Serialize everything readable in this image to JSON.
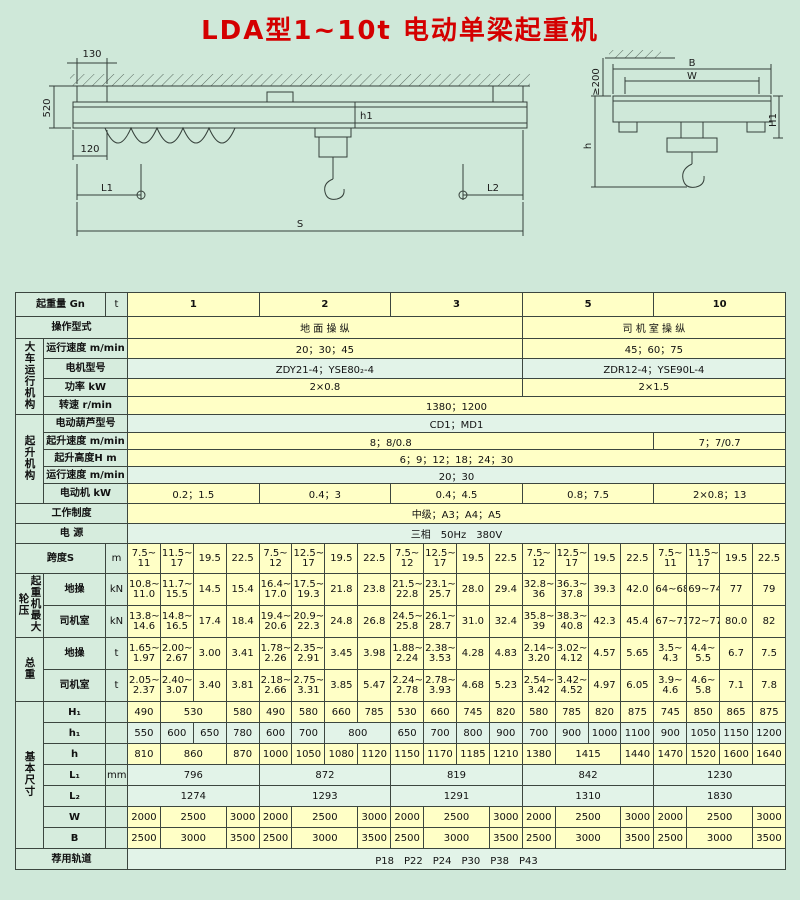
{
  "title": "LDA型1~10t 电动单梁起重机",
  "drawing": {
    "dims": {
      "d130": "130",
      "d520": "520",
      "d120": "120",
      "L1": "L1",
      "L2": "L2",
      "S": "S",
      "h1": "h1",
      "gte200": "≥200",
      "B": "B",
      "W": "W",
      "H1": "H1",
      "h": "h"
    }
  },
  "table": {
    "capacity": {
      "label": "起重量 Gn",
      "unit": "t",
      "values": [
        "1",
        "2",
        "3",
        "5",
        "10"
      ]
    },
    "operation": {
      "label": "操作型式",
      "ground": "地 面 操 纵",
      "cab": "司 机 室 操 纵"
    },
    "travel": {
      "group": "大车运行机构",
      "speed": {
        "label": "运行速度 m/min",
        "ground": "20；30；45",
        "cab": "45；60；75"
      },
      "motor": {
        "label": "电机型号",
        "ground": "ZDY21-4；YSE80₂-4",
        "cab": "ZDR12-4；YSE90L-4"
      },
      "power": {
        "label": "功率 kW",
        "ground": "2×0.8",
        "cab": "2×1.5"
      },
      "rpm": {
        "label": "转速 r/min",
        "all": "1380；1200"
      }
    },
    "hoist": {
      "group": "起升机构",
      "model": {
        "label": "电动葫芦型号",
        "all": "CD1；MD1"
      },
      "liftSpeed": {
        "label": "起升速度 m/min",
        "left": "8；8/0.8",
        "right": "7；7/0.7"
      },
      "liftHeight": {
        "label": "起升高度H m",
        "all": "6；9；12；18；24；30"
      },
      "travelSpeed": {
        "label": "运行速度 m/min",
        "all": "20；30"
      },
      "motor": {
        "label": "电动机 kW",
        "values": [
          "0.2；1.5",
          "0.4；3",
          "0.4；4.5",
          "0.8；7.5",
          "2×0.8；13"
        ]
      }
    },
    "duty": {
      "label": "工作制度",
      "value": "中级；A3；A4；A5"
    },
    "supply": {
      "label": "电 源",
      "value": "三相　50Hz　380V"
    },
    "span": {
      "label": "跨度S",
      "unit": "m",
      "cells": [
        [
          "7.5~\n11",
          "11.5~\n17",
          "19.5",
          "22.5"
        ],
        [
          "7.5~\n12",
          "12.5~\n17",
          "19.5",
          "22.5"
        ],
        [
          "7.5~\n12",
          "12.5~\n17",
          "19.5",
          "22.5"
        ],
        [
          "7.5~\n12",
          "12.5~\n17",
          "19.5",
          "22.5"
        ],
        [
          "7.5~\n11",
          "11.5~\n17",
          "19.5",
          "22.5"
        ]
      ]
    },
    "wheel": {
      "group": "起重机最大轮压",
      "ground": {
        "label": "地操",
        "unit": "kN",
        "cells": [
          [
            "10.8~\n11.0",
            "11.7~\n15.5",
            "14.5",
            "15.4"
          ],
          [
            "16.4~\n17.0",
            "17.5~\n19.3",
            "21.8",
            "23.8"
          ],
          [
            "21.5~\n22.8",
            "23.1~\n25.7",
            "28.0",
            "29.4"
          ],
          [
            "32.8~\n36",
            "36.3~\n37.8",
            "39.3",
            "42.0"
          ],
          [
            "64~68",
            "69~74",
            "77",
            "79"
          ]
        ]
      },
      "cab": {
        "label": "司机室",
        "unit": "kN",
        "cells": [
          [
            "13.8~\n14.6",
            "14.8~\n16.5",
            "17.4",
            "18.4"
          ],
          [
            "19.4~\n20.6",
            "20.9~\n22.3",
            "24.8",
            "26.8"
          ],
          [
            "24.5~\n25.8",
            "26.1~\n28.7",
            "31.0",
            "32.4"
          ],
          [
            "35.8~\n39",
            "38.3~\n40.8",
            "42.3",
            "45.4"
          ],
          [
            "67~71",
            "72~77",
            "80.0",
            "82"
          ]
        ]
      }
    },
    "weight": {
      "group": "总重",
      "ground": {
        "label": "地操",
        "unit": "t",
        "cells": [
          [
            "1.65~\n1.97",
            "2.00~\n2.67",
            "3.00",
            "3.41"
          ],
          [
            "1.78~\n2.26",
            "2.35~\n2.91",
            "3.45",
            "3.98"
          ],
          [
            "1.88~\n2.24",
            "2.38~\n3.53",
            "4.28",
            "4.83"
          ],
          [
            "2.14~\n3.20",
            "3.02~\n4.12",
            "4.57",
            "5.65"
          ],
          [
            "3.5~\n4.3",
            "4.4~\n5.5",
            "6.7",
            "7.5"
          ]
        ]
      },
      "cab": {
        "label": "司机室",
        "unit": "t",
        "cells": [
          [
            "2.05~\n2.37",
            "2.40~\n3.07",
            "3.40",
            "3.81"
          ],
          [
            "2.18~\n2.66",
            "2.75~\n3.31",
            "3.85",
            "5.47"
          ],
          [
            "2.24~\n2.78",
            "2.78~\n3.93",
            "4.68",
            "5.23"
          ],
          [
            "2.54~\n3.42",
            "3.42~\n4.52",
            "4.97",
            "6.05"
          ],
          [
            "3.9~\n4.6",
            "4.6~\n5.8",
            "7.1",
            "7.8"
          ]
        ]
      }
    },
    "dims": {
      "group": "基本尺寸",
      "mm": "mm",
      "H1": {
        "label": "H₁",
        "cells": [
          [
            "490",
            [
              "530",
              2
            ],
            "580"
          ],
          [
            "490",
            "580",
            "660",
            "785"
          ],
          [
            "530",
            "660",
            "745",
            "820"
          ],
          [
            "580",
            "785",
            "820",
            "875"
          ],
          [
            "745",
            "850",
            "865",
            "875"
          ]
        ]
      },
      "h1": {
        "label": "h₁",
        "cells": [
          [
            "550",
            "600",
            "650",
            "780"
          ],
          [
            "600",
            "700",
            [
              "800",
              2
            ]
          ],
          [
            "650",
            "700",
            "800",
            "900"
          ],
          [
            "700",
            "900",
            "1000",
            "1100"
          ],
          [
            "900",
            "1050",
            "1150",
            "1200"
          ]
        ]
      },
      "h": {
        "label": "h",
        "cells": [
          [
            "810",
            [
              "860",
              2
            ],
            "870"
          ],
          [
            "1000",
            "1050",
            "1080",
            "1120"
          ],
          [
            "1150",
            "1170",
            "1185",
            "1210"
          ],
          [
            "1380",
            [
              "1415",
              2
            ],
            "1440"
          ],
          [
            "1470",
            "1520",
            "1600",
            "1640"
          ]
        ]
      },
      "L1": {
        "label": "L₁",
        "cells": [
          [
            [
              "796",
              4
            ]
          ],
          [
            [
              "872",
              4
            ]
          ],
          [
            [
              "819",
              4
            ]
          ],
          [
            [
              "842",
              4
            ]
          ],
          [
            [
              "1230",
              4
            ]
          ]
        ]
      },
      "L2": {
        "label": "L₂",
        "cells": [
          [
            [
              "1274",
              4
            ]
          ],
          [
            [
              "1293",
              4
            ]
          ],
          [
            [
              "1291",
              4
            ]
          ],
          [
            [
              "1310",
              4
            ]
          ],
          [
            [
              "1830",
              4
            ]
          ]
        ]
      },
      "W": {
        "label": "W",
        "cells": [
          [
            "2000",
            [
              "2500",
              2
            ],
            "3000"
          ],
          [
            "2000",
            [
              "2500",
              2
            ],
            "3000"
          ],
          [
            "2000",
            [
              "2500",
              2
            ],
            "3000"
          ],
          [
            "2000",
            [
              "2500",
              2
            ],
            "3000"
          ],
          [
            "2000",
            [
              "2500",
              2
            ],
            "3000"
          ]
        ]
      },
      "B": {
        "label": "B",
        "cells": [
          [
            "2500",
            [
              "3000",
              2
            ],
            "3500"
          ],
          [
            "2500",
            [
              "3000",
              2
            ],
            "3500"
          ],
          [
            "2500",
            [
              "3000",
              2
            ],
            "3500"
          ],
          [
            "2500",
            [
              "3000",
              2
            ],
            "3500"
          ],
          [
            "2500",
            [
              "3000",
              2
            ],
            "3500"
          ]
        ]
      }
    },
    "rail": {
      "label": "荐用轨道",
      "value": "P18　P22　P24　P30　P38　P43"
    }
  }
}
